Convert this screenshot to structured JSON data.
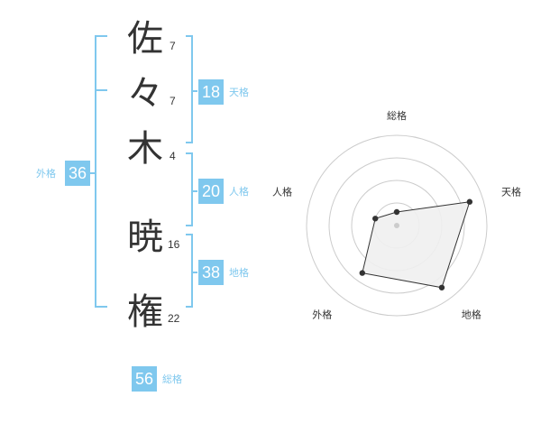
{
  "name": {
    "characters": [
      {
        "char": "佐",
        "strokes": "7"
      },
      {
        "char": "々",
        "strokes": "7"
      },
      {
        "char": "木",
        "strokes": "4"
      },
      {
        "char": "暁",
        "strokes": "16"
      },
      {
        "char": "権",
        "strokes": "22"
      }
    ]
  },
  "grades": {
    "tenkaku": {
      "value": "18",
      "label": "天格"
    },
    "jinkaku": {
      "value": "20",
      "label": "人格"
    },
    "chikaku": {
      "value": "38",
      "label": "地格"
    },
    "gaikaku": {
      "value": "36",
      "label": "外格"
    },
    "soukaku": {
      "value": "56",
      "label": "総格"
    }
  },
  "colors": {
    "accent": "#7fc8ee",
    "text": "#333333",
    "grid": "#cccccc",
    "polygon_fill": "#efefef",
    "polygon_stroke": "#333333"
  },
  "chart_data": {
    "type": "radar",
    "axes": [
      "総格",
      "天格",
      "地格",
      "外格",
      "人格"
    ],
    "values": [
      0.15,
      0.85,
      0.85,
      0.65,
      0.25
    ],
    "scale_rings": 4,
    "range": [
      0,
      1
    ]
  }
}
